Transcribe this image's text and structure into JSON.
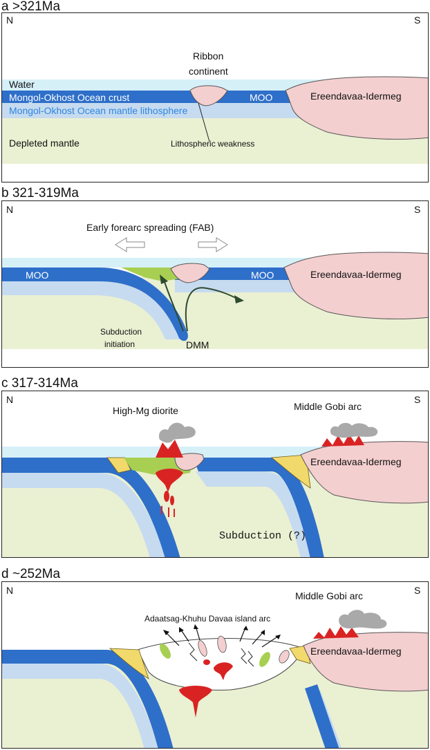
{
  "panels": [
    {
      "title": "a >321Ma",
      "north": "N",
      "south": "S",
      "labels": {
        "ribbon_line1": "Ribbon",
        "ribbon_line2": "continent",
        "water": "Water",
        "ocean_crust": "Mongol-Okhost Ocean crust",
        "moo": "MOO",
        "mantle_lith": "Mongol-Okhost Ocean mantle lithosphere",
        "depleted_mantle": "Depleted mantle",
        "weakness": "Lithospheric weakness",
        "continent": "Ereendavaa-Idermeg"
      }
    },
    {
      "title": "b 321-319Ma",
      "north": "N",
      "south": "S",
      "labels": {
        "spreading": "Early forearc spreading (FAB)",
        "moo_left": "MOO",
        "moo_right": "MOO",
        "continent": "Ereendavaa-Idermeg",
        "subduction": "Subduction",
        "initiation": "initiation",
        "dmm": "DMM"
      }
    },
    {
      "title": "c 317-314Ma",
      "north": "N",
      "south": "S",
      "labels": {
        "diorite": "High-Mg diorite",
        "gobi": "Middle Gobi arc",
        "continent": "Ereendavaa-Idermeg",
        "subduction": "Subduction (?)"
      }
    },
    {
      "title": "d ~252Ma",
      "north": "N",
      "south": "S",
      "labels": {
        "gobi": "Middle Gobi arc",
        "island_arc": "Adaatsag-Khuhu Davaa island arc",
        "continent": "Ereendavaa-Idermeg"
      }
    }
  ],
  "colors": {
    "water": "#d6f0f8",
    "crust": "#2e6fc9",
    "mantle_lith": "#c6dbf0",
    "mantle": "#eaf0d2",
    "continent": "#f4cfcf",
    "forearc": "#a8cf52",
    "wedge": "#f2d96b",
    "magma": "#d92323",
    "smoke": "#a9a9a9"
  }
}
